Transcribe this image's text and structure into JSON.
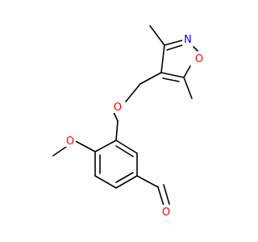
{
  "colors": {
    "carbon_bond": "#000000",
    "oxygen": "#ff0000",
    "nitrogen": "#0000ff",
    "background": "#ffffff"
  },
  "atoms": {
    "isoxazole_n": {
      "label": "N",
      "element": "nitrogen"
    },
    "isoxazole_o": {
      "label": "O",
      "element": "oxygen"
    },
    "ether_o": {
      "label": "O",
      "element": "oxygen"
    },
    "methoxy_o": {
      "label": "O",
      "element": "oxygen"
    },
    "aldehyde_o": {
      "label": "O",
      "element": "oxygen"
    }
  }
}
